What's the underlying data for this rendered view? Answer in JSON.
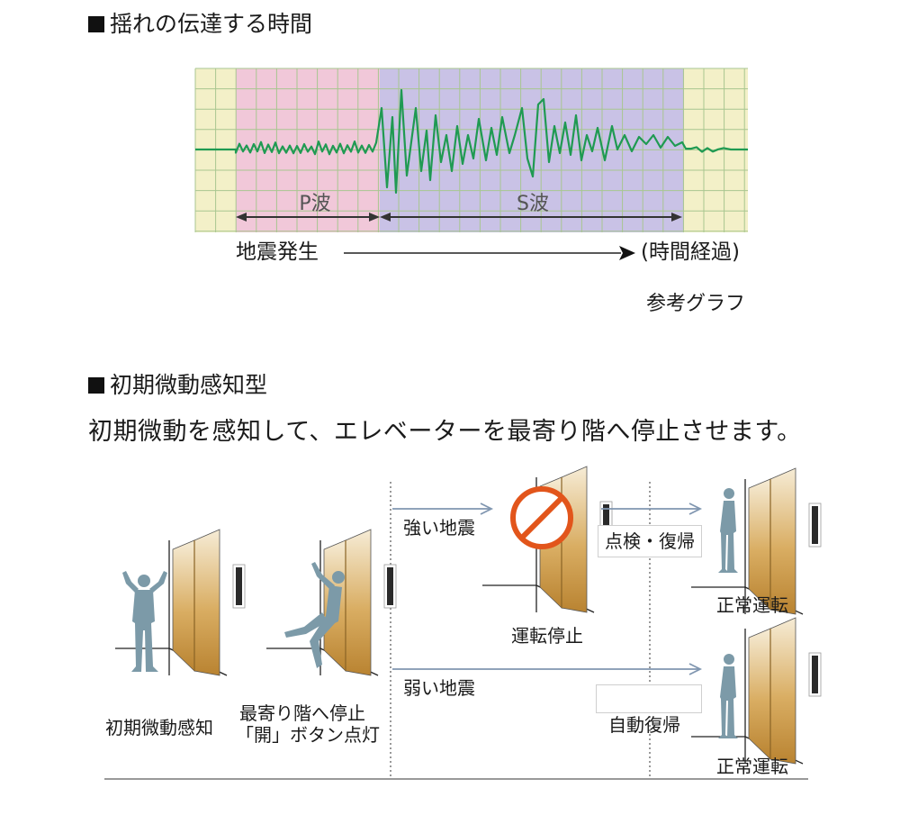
{
  "section1": {
    "title": "揺れの伝達する時間",
    "graph": {
      "p_wave_label": "P波",
      "s_wave_label": "S波",
      "start_label": "地震発生",
      "end_label": "(時間経過)",
      "caption": "参考グラフ",
      "colors": {
        "grid_bg": "#f3f0c8",
        "grid_line": "#a8c690",
        "p_zone": "#f1c8d9",
        "s_zone": "#c9c2e6",
        "wave": "#1f9a52"
      }
    }
  },
  "section2": {
    "title": "初期微動感知型",
    "description": "初期微動を感知して、エレベーターを最寄り階へ停止させます。",
    "labels": {
      "detect": "初期微動感知",
      "stop_line1": "最寄り階へ停止",
      "stop_line2": "「開」ボタン点灯",
      "strong_quake": "強い地震",
      "weak_quake": "弱い地震",
      "operation_stop": "運転停止",
      "inspection": "点検・復帰",
      "auto_recovery": "自動復帰",
      "normal_1": "正常運転",
      "normal_2": "正常運転"
    },
    "colors": {
      "person": "#7c9aa8",
      "door": "#c9963f",
      "arrow": "#8096b0",
      "prohibit": "#e2551b"
    }
  }
}
